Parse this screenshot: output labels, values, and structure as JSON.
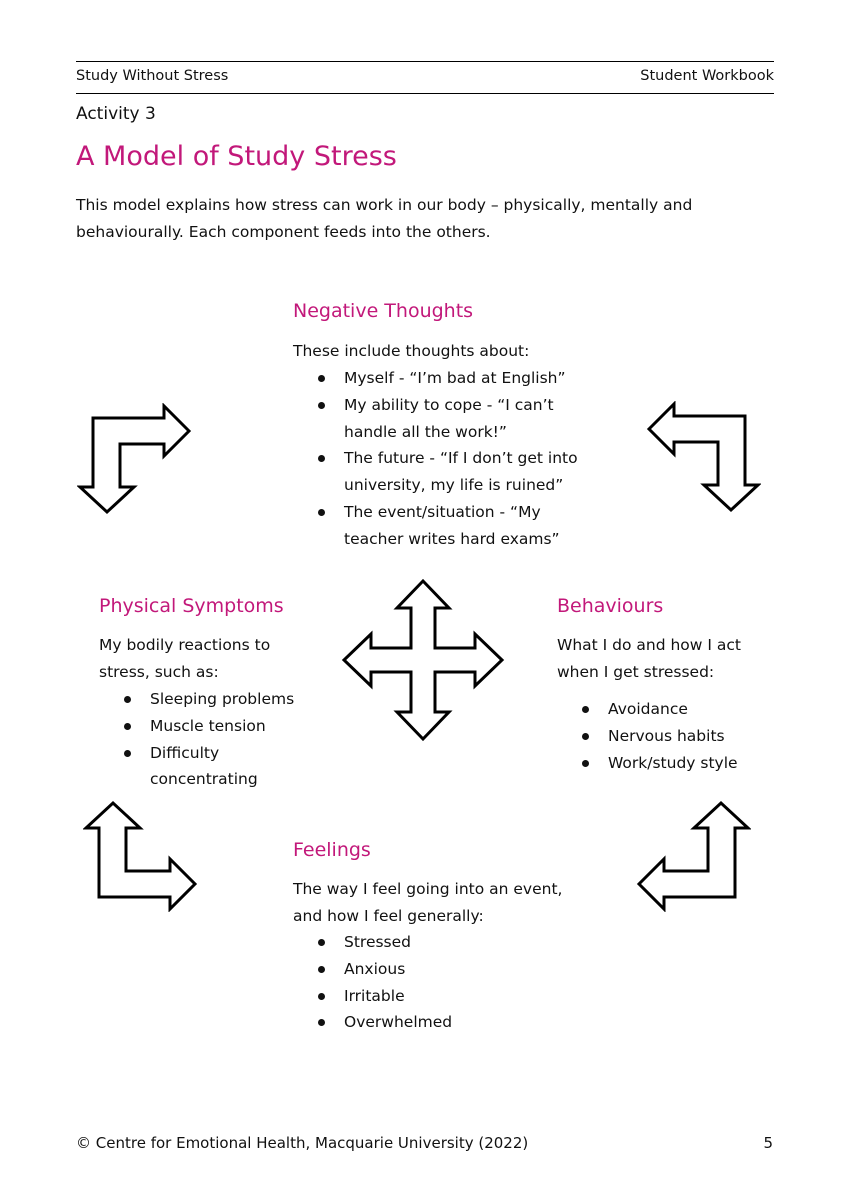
{
  "header": {
    "left": "Study Without Stress",
    "right": "Student Workbook"
  },
  "activity_label": "Activity 3",
  "title": "A Model of Study Stress",
  "intro": "This model explains how stress can work in our body – physically, mentally and behaviourally. Each component feeds into the others.",
  "accent_color": "#c2187a",
  "negative_thoughts": {
    "title": "Negative Thoughts",
    "lead": "These include thoughts about:",
    "items": [
      "Myself - “I’m bad at English”",
      "My ability to cope - “I can’t handle all the work!”",
      "The future - “If I don’t get into university, my life is ruined”",
      "The event/situation - “My teacher writes hard exams”"
    ]
  },
  "physical_symptoms": {
    "title": "Physical Symptoms",
    "lead": "My bodily reactions to stress, such as:",
    "items": [
      "Sleeping problems",
      "Muscle tension",
      "Difficulty concentrating"
    ]
  },
  "behaviours": {
    "title": "Behaviours",
    "lead": "What I do and how I act when I get stressed:",
    "items": [
      "Avoidance",
      "Nervous habits",
      "Work/study style"
    ]
  },
  "feelings": {
    "title": "Feelings",
    "lead": "The way I feel going into an event, and how I feel generally:",
    "items": [
      "Stressed",
      "Anxious",
      "Irritable",
      "Overwhelmed"
    ]
  },
  "icons": {
    "top_left": "bent-arrow-icon",
    "top_right": "bent-arrow-icon",
    "center": "four-way-arrow-icon",
    "bottom_left": "bent-arrow-icon",
    "bottom_right": "bent-arrow-icon"
  },
  "footer": {
    "left": "© Centre for Emotional Health, Macquarie University (2022)",
    "page_number": "5"
  }
}
